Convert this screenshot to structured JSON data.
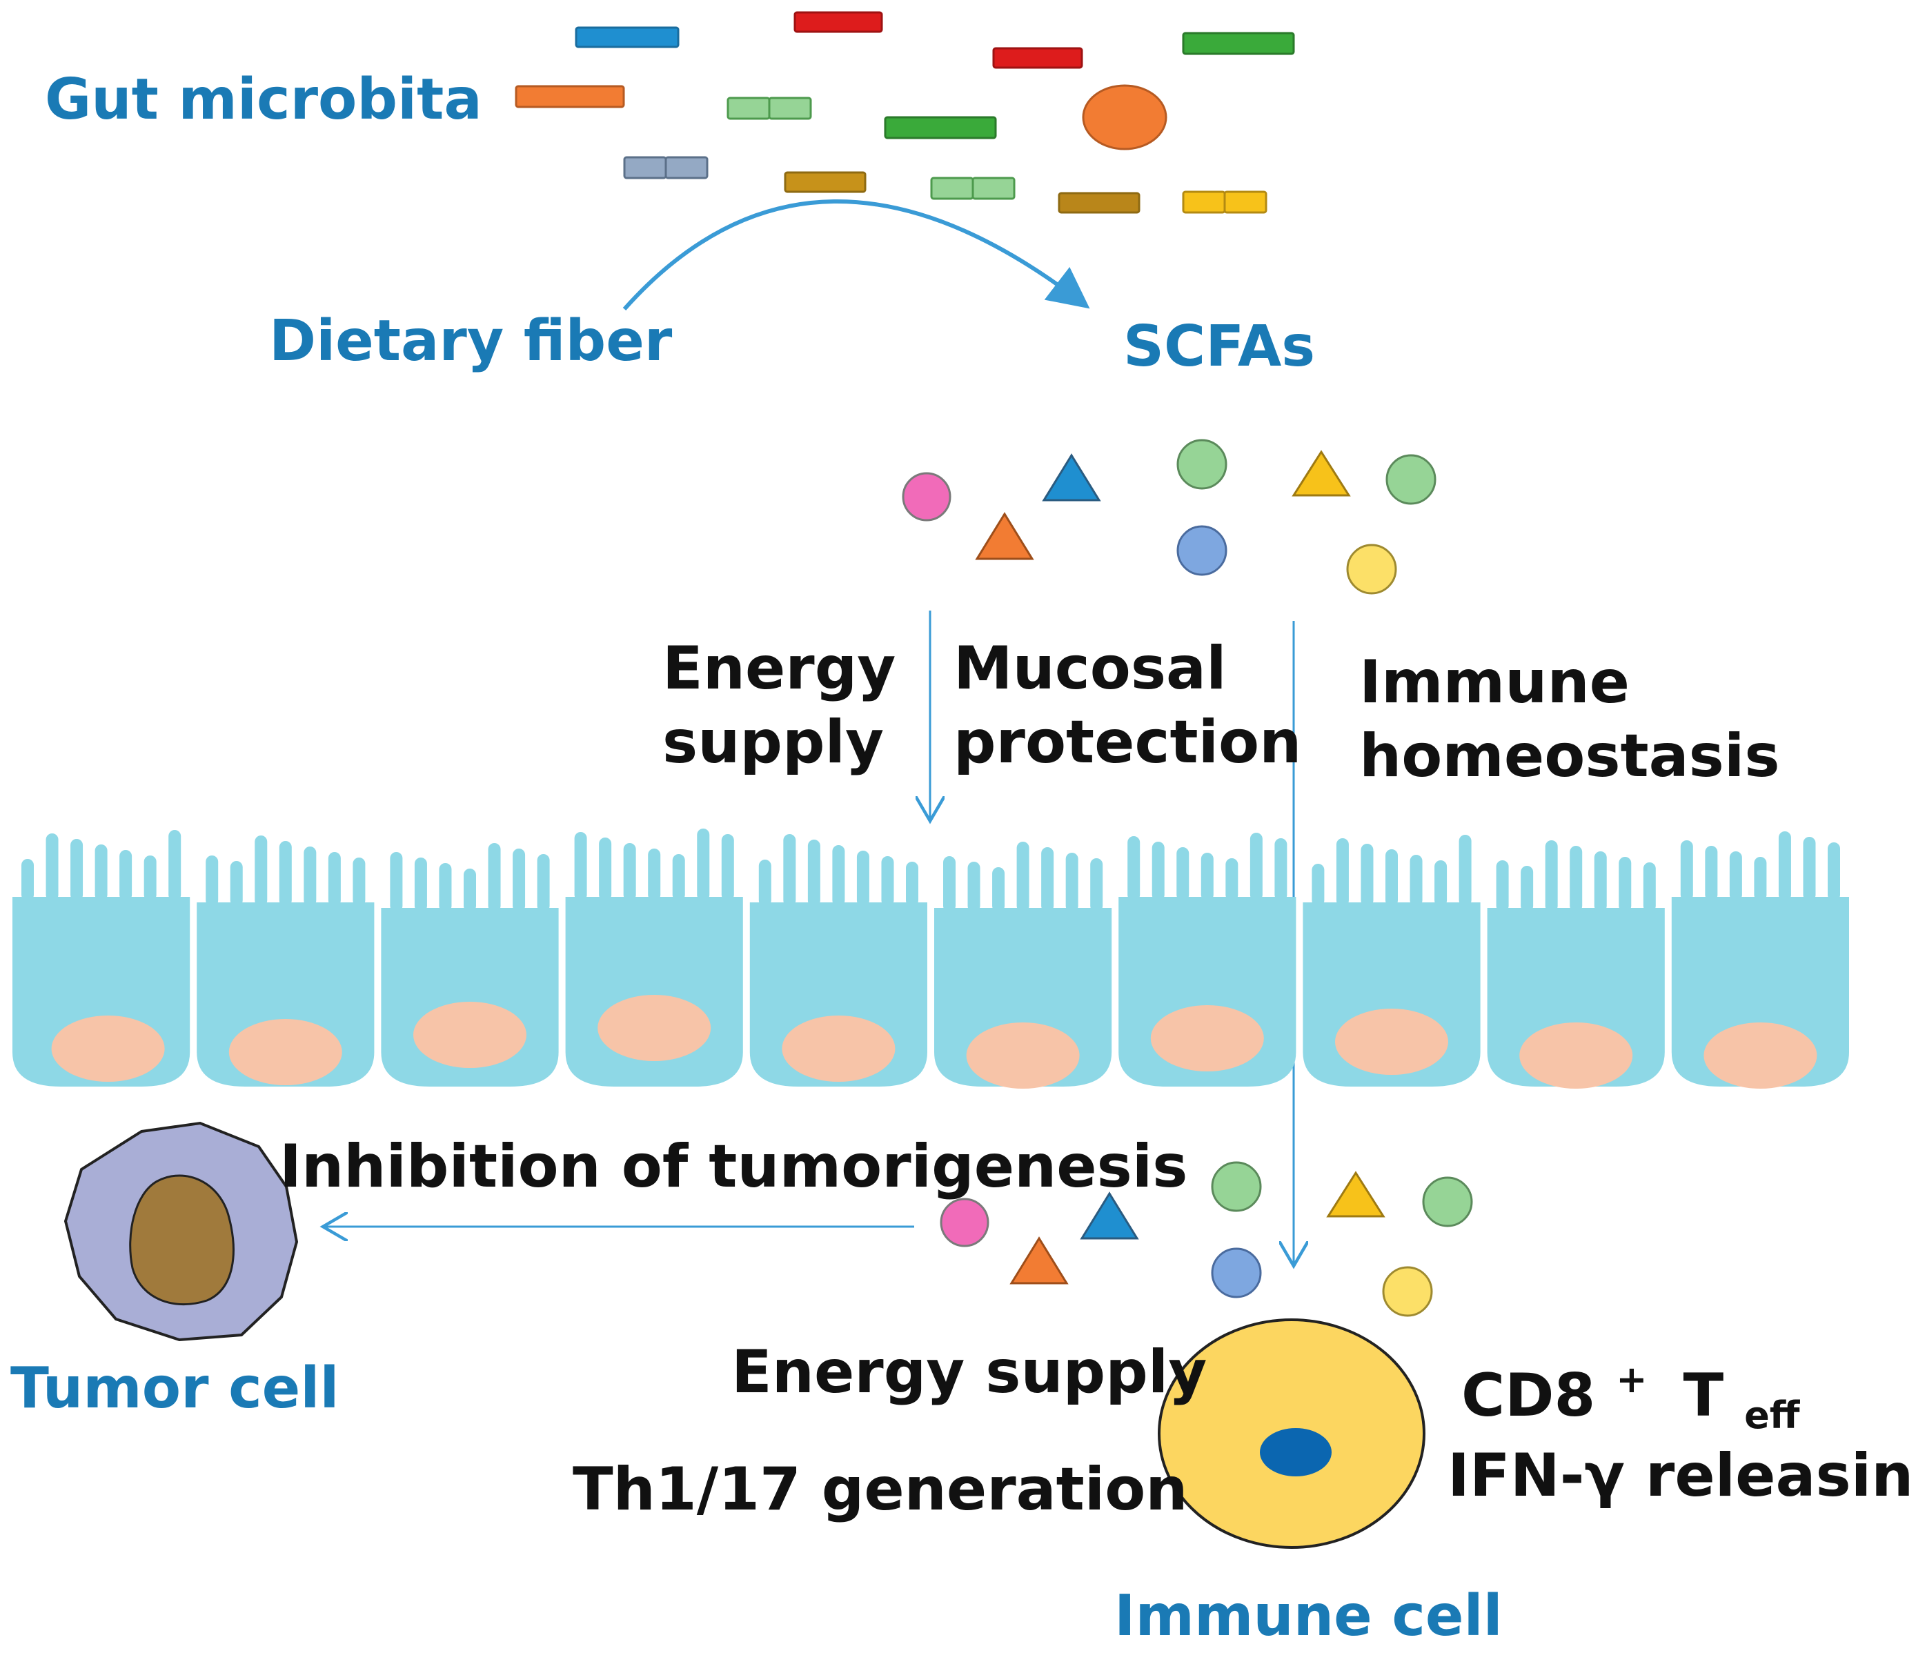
{
  "labels": {
    "gut_microbiota": "Gut microbita",
    "dietary_fiber": "Dietary fiber",
    "scfas": "SCFAs",
    "energy_supply_line1": "Energy",
    "energy_supply_line2": "supply",
    "mucosal_line1": "Mucosal",
    "mucosal_line2": "protection",
    "immune_line1": "Immune",
    "immune_line2": "homeostasis",
    "inhibition": "Inhibition of tumorigenesis",
    "tumor_cell": "Tumor cell",
    "energy_supply_immune": "Energy supply",
    "th_generation": "Th1/17 generation",
    "cd8_base": "CD8",
    "cd8_sup": "+",
    "teff_base": "T",
    "teff_sub": "eff",
    "ifn": "IFN-γ releasing",
    "immune_cell": "Immune cell"
  },
  "colors": {
    "title_blue": "#1a7ab5",
    "arrow_blue": "#3a9bd6",
    "epithelium": "#8ed8e6",
    "nucleus_epi": "#f7c4a8",
    "tumor_outer": "#a9aed6",
    "tumor_nucleus": "#a07a3c",
    "immune_outer": "#fcd660",
    "immune_nucleus": "#0b66b0"
  }
}
